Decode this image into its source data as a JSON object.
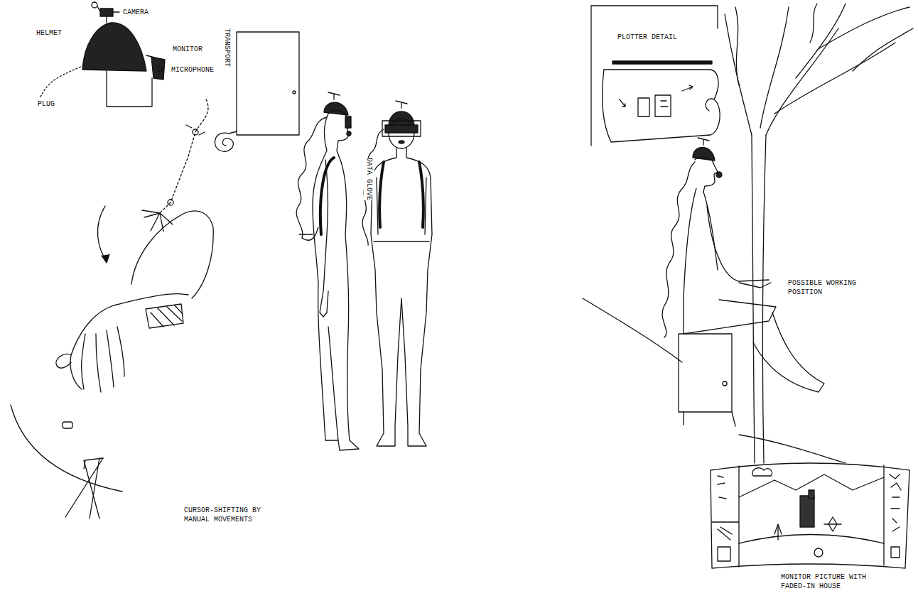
{
  "diagram": {
    "labels": [
      "CAMERA",
      "HELMET",
      "MONITOR",
      "MICROPHONE",
      "PLUG",
      "TRANSPORT",
      "DATA GLOVE",
      "CURSOR-SHIFTING BY MANUAL MOVEMENTS",
      "PLOTTER DETAIL",
      "POSSIBLE WORKING POSITION",
      "MONITOR PICTURE WITH FADED-IN HOUSE"
    ]
  }
}
